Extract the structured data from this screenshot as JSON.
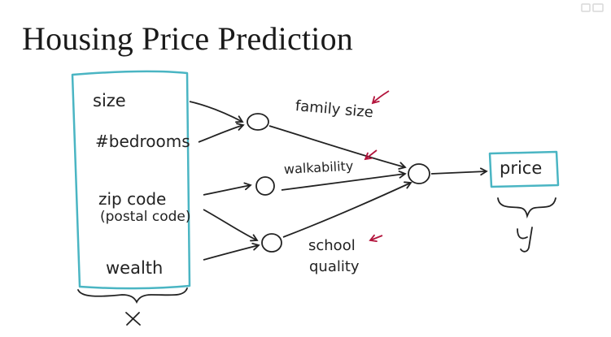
{
  "title": "Housing Price Prediction",
  "inputs": [
    "size",
    "#bedrooms",
    "zip code",
    "(postal code)",
    "wealth"
  ],
  "hidden_features": [
    "family size",
    "walkability",
    "school",
    "quality"
  ],
  "output_label": "price",
  "input_brace_label": "x",
  "output_brace_label": "y",
  "colors": {
    "box": "#4ab5c3",
    "ink": "#222222",
    "highlight_arrow": "#b3143c"
  }
}
